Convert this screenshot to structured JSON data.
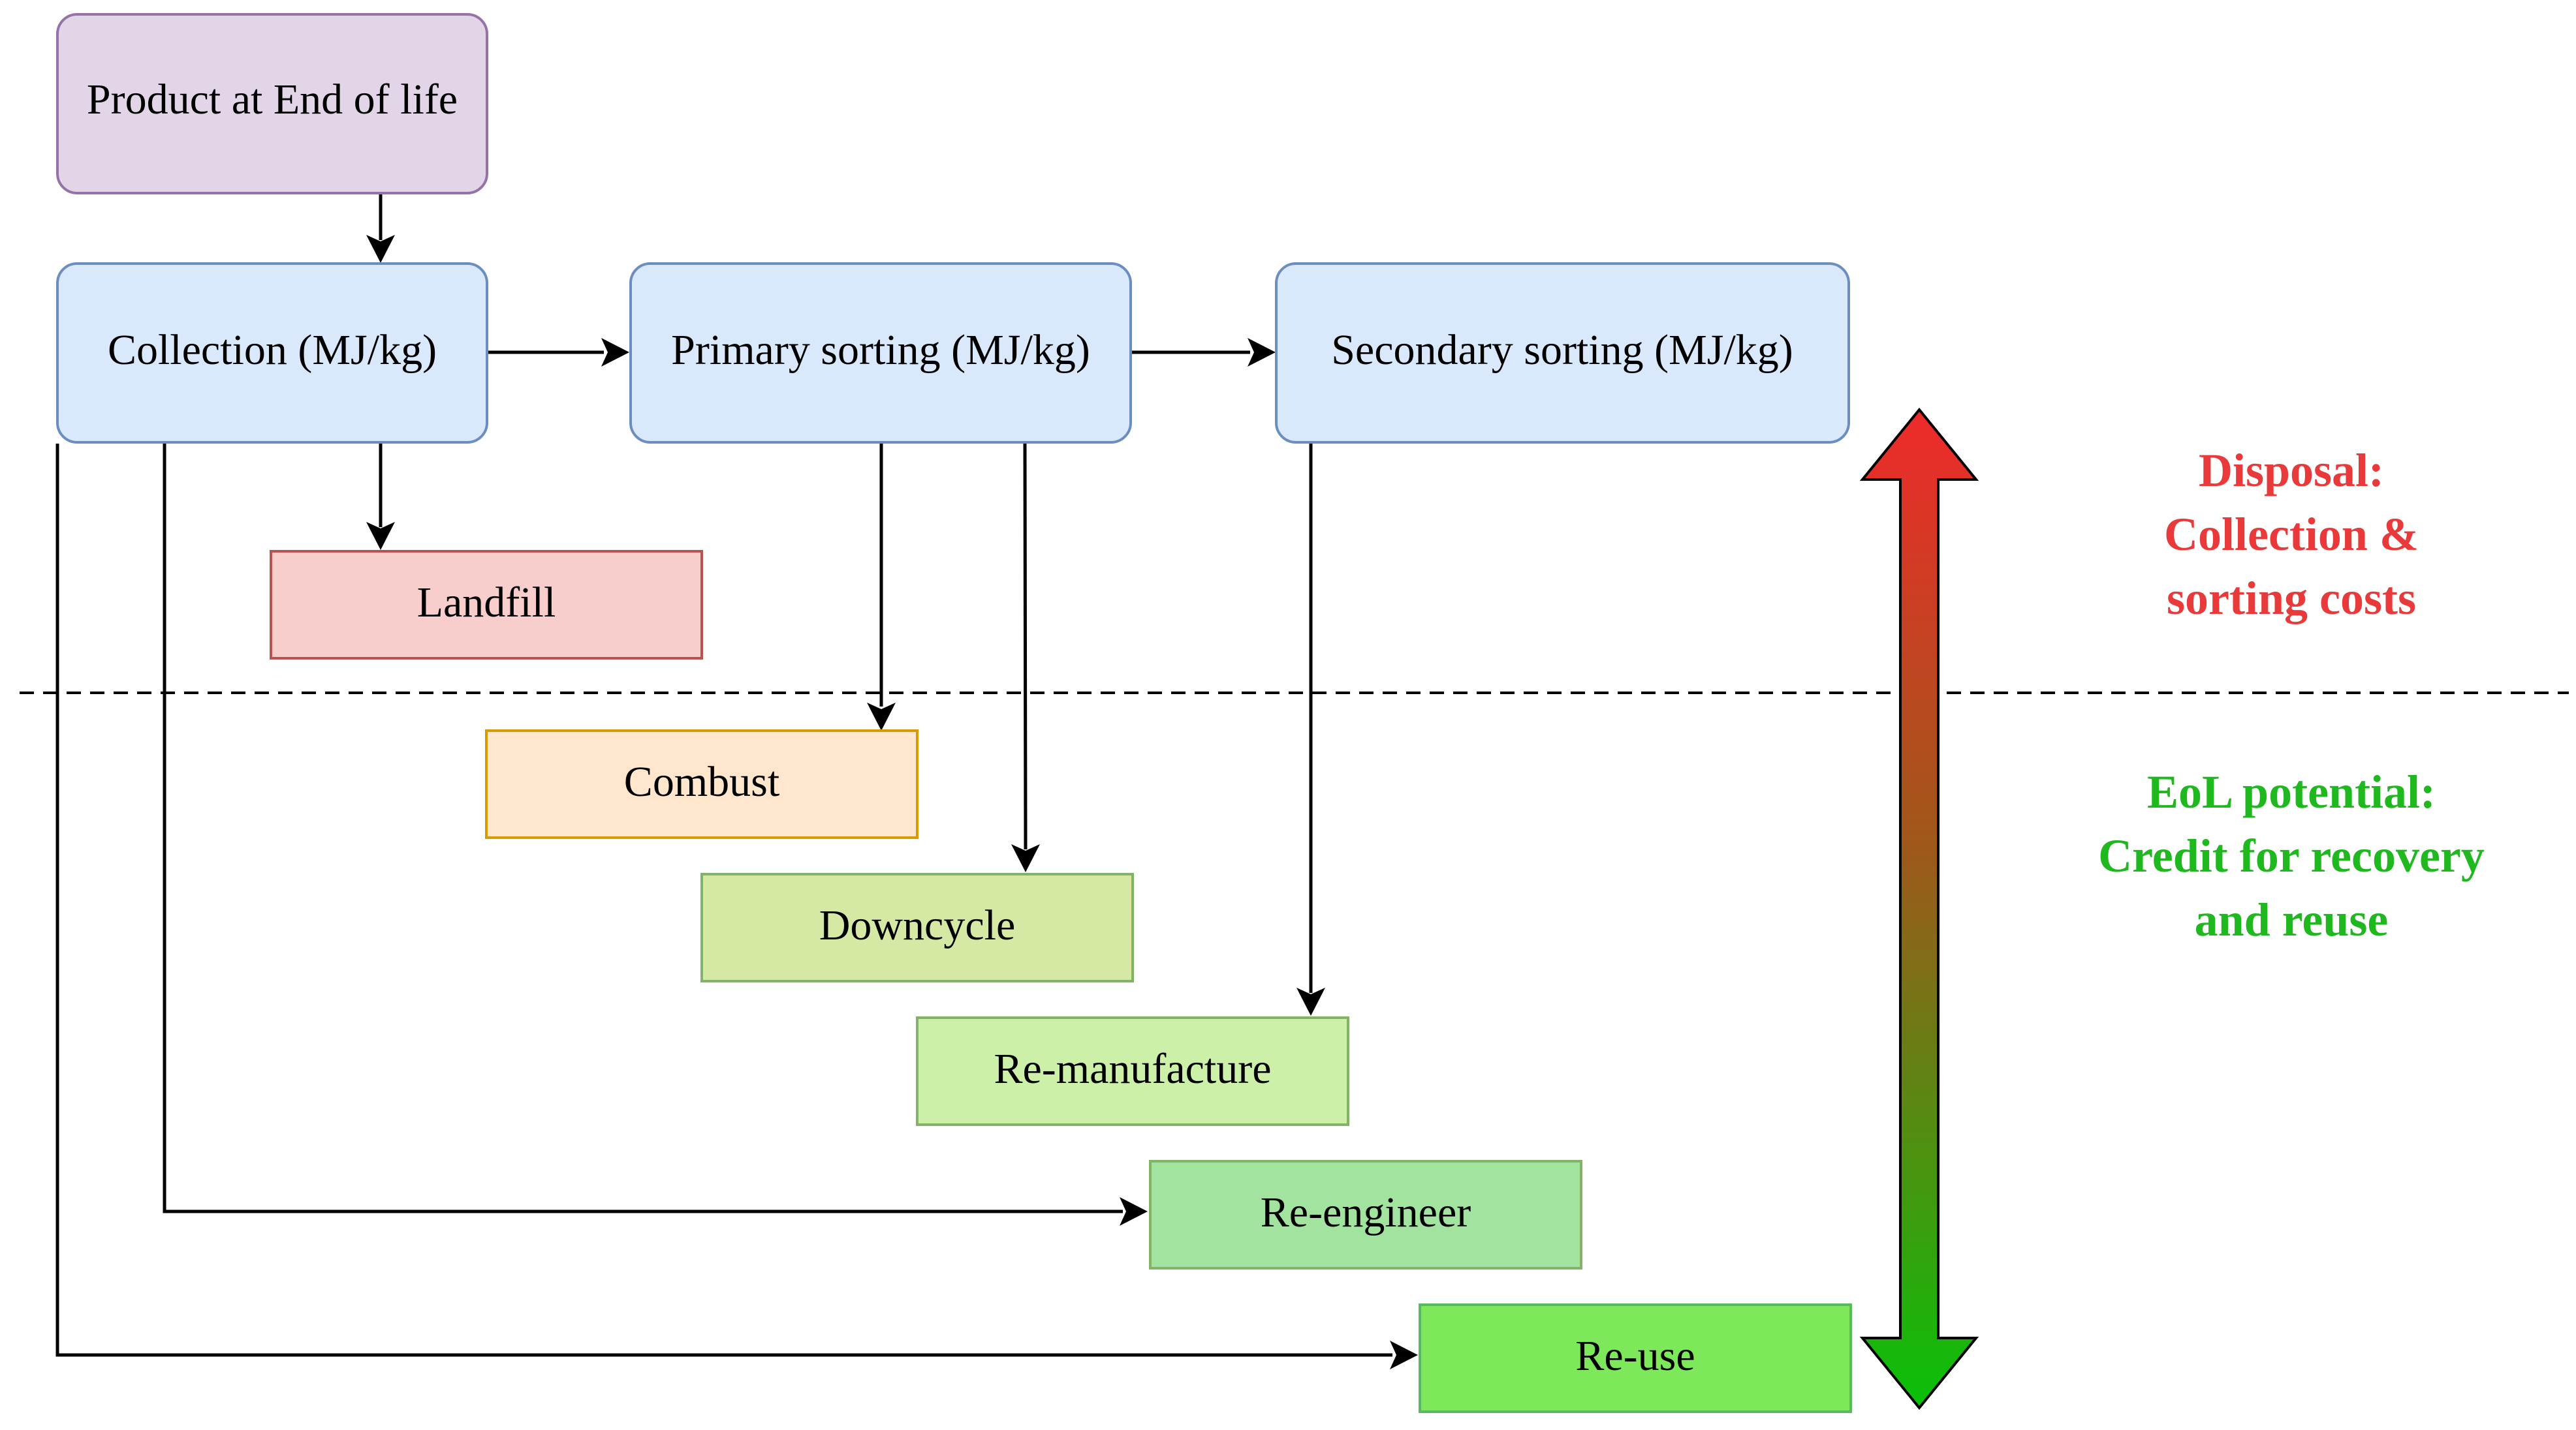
{
  "nodes": {
    "product": {
      "label": "Product at End of life",
      "fill": "#e1d5e7",
      "stroke": "#9673a6"
    },
    "collection": {
      "label": "Collection (MJ/kg)",
      "fill": "#dae8fc",
      "stroke": "#6c8ebf"
    },
    "primary_sorting": {
      "label": "Primary sorting (MJ/kg)",
      "fill": "#dae8fc",
      "stroke": "#6c8ebf"
    },
    "secondary_sorting": {
      "label": "Secondary sorting (MJ/kg)",
      "fill": "#dae8fc",
      "stroke": "#6c8ebf"
    },
    "landfill": {
      "label": "Landfill",
      "fill": "#f8cecc",
      "stroke": "#b85450"
    },
    "combust": {
      "label": "Combust",
      "fill": "#ffe6cc",
      "stroke": "#d79b00"
    },
    "downcycle": {
      "label": "Downcycle",
      "fill": "#d5e8a4",
      "stroke": "#82b366"
    },
    "remanufacture": {
      "label": "Re-manufacture",
      "fill": "#ccf0a8",
      "stroke": "#82b366"
    },
    "reengineer": {
      "label": "Re-engineer",
      "fill": "#a3e3a0",
      "stroke": "#82b366"
    },
    "reuse": {
      "label": "Re-use",
      "fill": "#7de85a",
      "stroke": "#5cb85c"
    }
  },
  "disposal": {
    "lines": [
      "Disposal:",
      "Collection &",
      "sorting costs"
    ],
    "color": "#e83a3a"
  },
  "eol": {
    "lines": [
      "EoL potential:",
      "Credit for recovery",
      "and reuse"
    ],
    "color": "#1fb81f"
  },
  "gradient_arrow": {
    "top_color": "#ee2a2a",
    "bottom_color": "#08c108"
  }
}
